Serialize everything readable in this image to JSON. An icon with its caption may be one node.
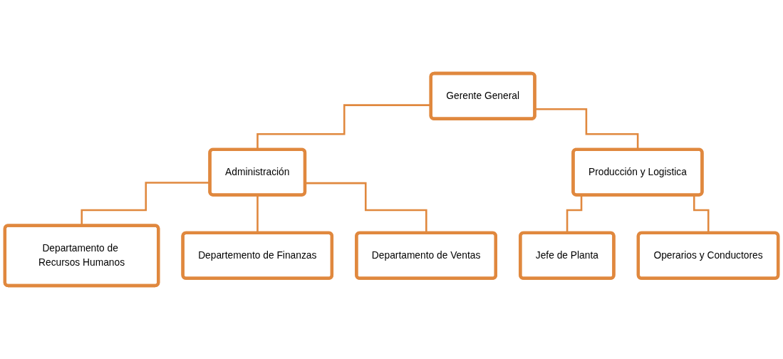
{
  "diagram": {
    "nodes": [
      {
        "text": [
          "Gerente General"
        ]
      },
      {
        "text": [
          "Administración"
        ]
      },
      {
        "text": [
          "Producción y Logistica"
        ]
      },
      {
        "text": [
          "Departamento de Recursos Humanos"
        ]
      },
      {
        "text": [
          "Departemento de Finanzas"
        ]
      },
      {
        "text": [
          "Departamento de Ventas"
        ]
      },
      {
        "text": [
          "Jefe de Planta"
        ]
      },
      {
        "text": [
          "Operarios y Conductores"
        ]
      }
    ],
    "edges": [
      {
        "from": 0,
        "to": 1,
        "arrow": "none"
      },
      {
        "from": 0,
        "to": 2,
        "arrow": "none"
      },
      {
        "from": 1,
        "to": 3,
        "arrow": "none"
      },
      {
        "from": 1,
        "to": 4,
        "arrow": "none"
      },
      {
        "from": 1,
        "to": 5,
        "arrow": "none"
      },
      {
        "from": 2,
        "to": 6,
        "arrow": "none"
      },
      {
        "from": 2,
        "to": 7,
        "arrow": "none"
      }
    ]
  }
}
